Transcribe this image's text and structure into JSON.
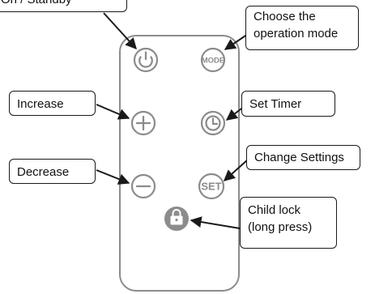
{
  "callouts": {
    "power": "On / Standby",
    "mode": [
      "Choose the",
      "operation mode"
    ],
    "increase": "Increase",
    "timer": "Set Timer",
    "change_settings": "Change Settings",
    "decrease": "Decrease",
    "child_lock": [
      "Child lock",
      "(long press)"
    ]
  },
  "buttons": {
    "mode": "MODE",
    "set": "SET"
  },
  "colors": {
    "outline": "#8c8c8c",
    "lock_fill": "#8c8c8c",
    "text": "#111111"
  },
  "icons": [
    "power-icon",
    "plus-icon",
    "minus-icon",
    "clock-icon",
    "padlock-icon"
  ]
}
